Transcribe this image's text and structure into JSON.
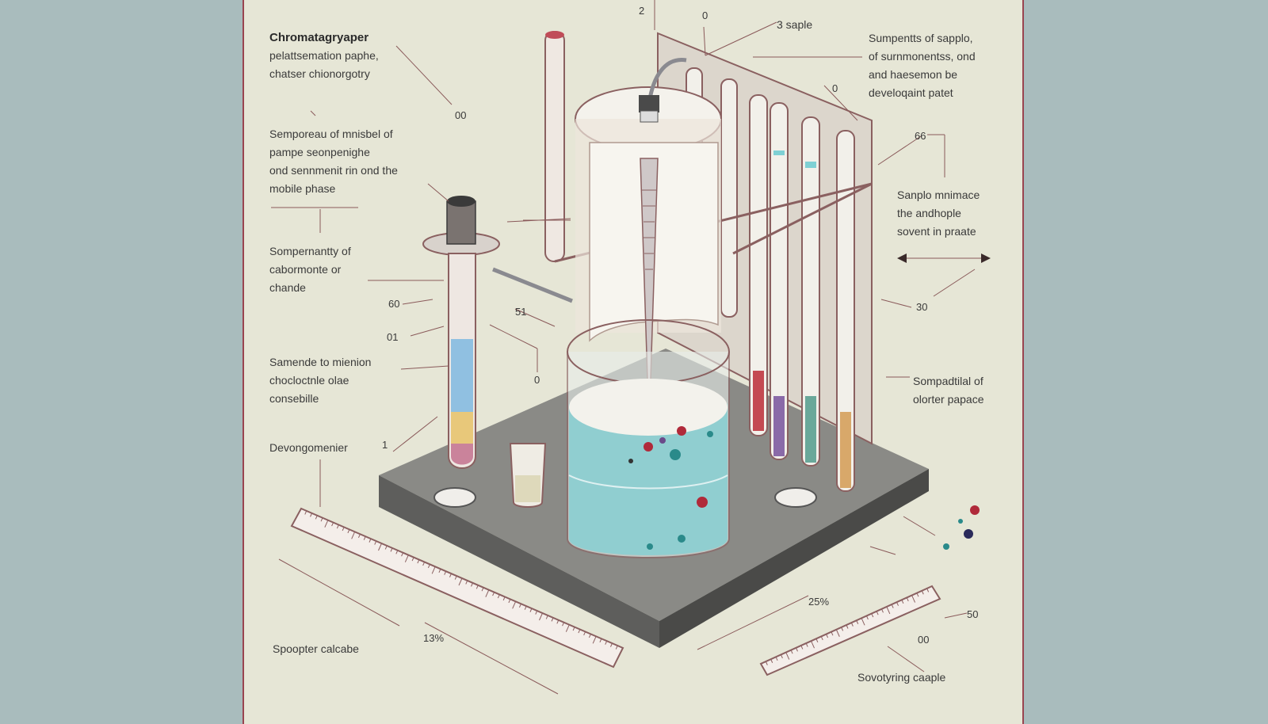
{
  "labels": {
    "chromatography": [
      "Chromatagryaper",
      "pelattsemation paphe,",
      "chatser chionorgotry"
    ],
    "sample_top": [
      "Sumpentts of sapplo,",
      "of surnmonentss, ond",
      "and haesemon be",
      "develoqaint patet"
    ],
    "mixture": [
      "Semporeau of mnisbel of",
      "pampe seonpenighe",
      "ond sennmenit rin ond the",
      "mobile phase"
    ],
    "sample_minimace": [
      "Sanplo mnimace",
      "the andhople",
      "sovent in praate"
    ],
    "component_quantity": [
      "Sompernantty of",
      "cabormonte or",
      "chande"
    ],
    "mention": [
      "Samende to mienion",
      "chocloctnle olae",
      "consebille"
    ],
    "separation": [
      "Sompadtilal of",
      "olorter papace"
    ],
    "development": [
      "Devongomenier"
    ],
    "sample_scale": [
      "Spoopter calcabe"
    ],
    "spotting": [
      "Sovotyring caaple"
    ],
    "top_sample": "3 saple"
  },
  "numbers": {
    "n_2": "2",
    "n_0_top": "0",
    "n_00_left": "00",
    "n_0_right": "0",
    "n_66": "66",
    "n_60": "60",
    "n_01": "01",
    "n_51": "51",
    "n_0_mid": "0",
    "n_1": "1",
    "n_30": "30",
    "n_25": "25%",
    "n_13": "13%",
    "n_50": "50",
    "n_00_bottom": "00"
  },
  "colors": {
    "accent": "#9a4450",
    "background": "#e6e6d6",
    "outer": "#a9bcbd",
    "liquid": "#7fd0d4"
  }
}
